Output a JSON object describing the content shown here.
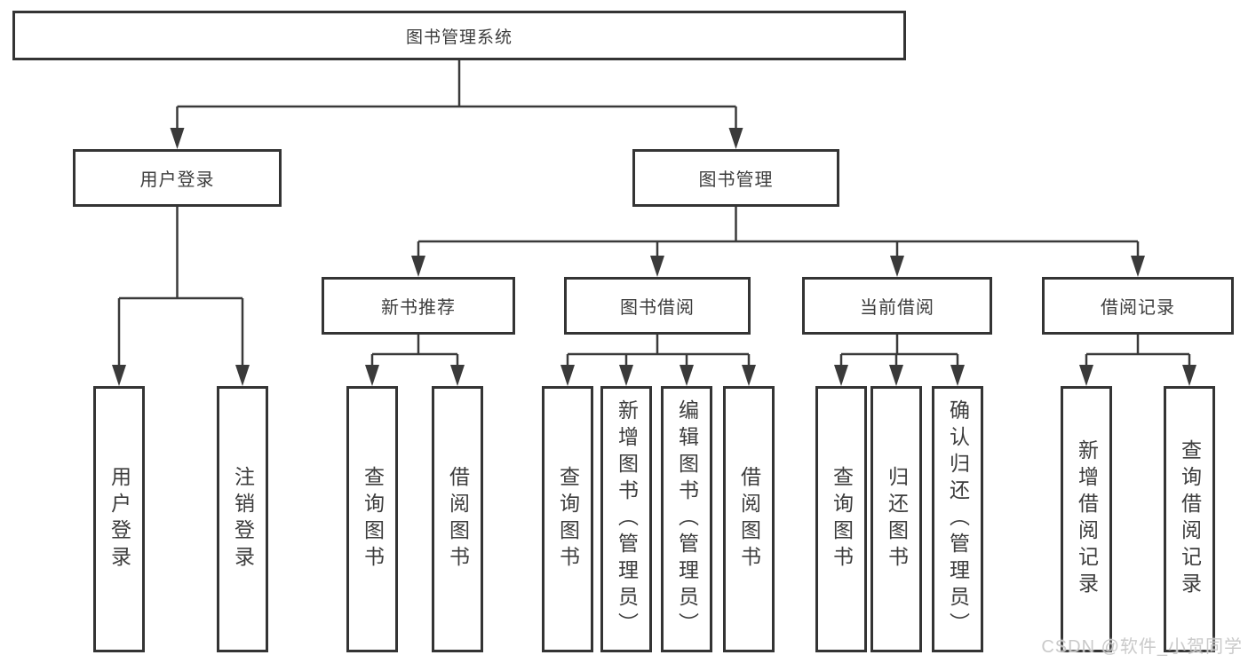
{
  "diagram": {
    "title": "图书管理系统",
    "type": "hierarchy-tree",
    "colors": {
      "line": "#3a3a3a",
      "box_border": "#343434",
      "box_fill": "#ffffff",
      "text": "#3d3d3d",
      "watermark_text": "#c6c6c6",
      "background": "#ffffff"
    },
    "nodes": {
      "root": "图书管理系统",
      "userLogin": "用户登录",
      "bookMgmt": "图书管理",
      "newBookRec": "新书推荐",
      "bookBorrow": "图书借阅",
      "currentBorrow": "当前借阅",
      "borrowRecord": "借阅记录",
      "leafUserLogin": "用户登录",
      "leafLogout": "注销登录",
      "leafNbQuery": "查询图书",
      "leafNbBorrow": "借阅图书",
      "leafBbQuery": "查询图书",
      "leafBbAdd": "新增图书（管理员）",
      "leafBbEdit": "编辑图书（管理员）",
      "leafBbBorrow": "借阅图书",
      "leafCbQuery": "查询图书",
      "leafCbReturn": "归还图书",
      "leafCbConfirm": "确认归还（管理员）",
      "leafBrAdd": "新增借阅记录",
      "leafBrQuery": "查询借阅记录"
    },
    "hierarchy": {
      "图书管理系统": {
        "用户登录": [
          "用户登录",
          "注销登录"
        ],
        "图书管理": {
          "新书推荐": [
            "查询图书",
            "借阅图书"
          ],
          "图书借阅": [
            "查询图书",
            "新增图书（管理员）",
            "编辑图书（管理员）",
            "借阅图书"
          ],
          "当前借阅": [
            "查询图书",
            "归还图书",
            "确认归还（管理员）"
          ],
          "借阅记录": [
            "新增借阅记录",
            "查询借阅记录"
          ]
        }
      }
    }
  },
  "watermark": "CSDN @软件_小贺同学"
}
